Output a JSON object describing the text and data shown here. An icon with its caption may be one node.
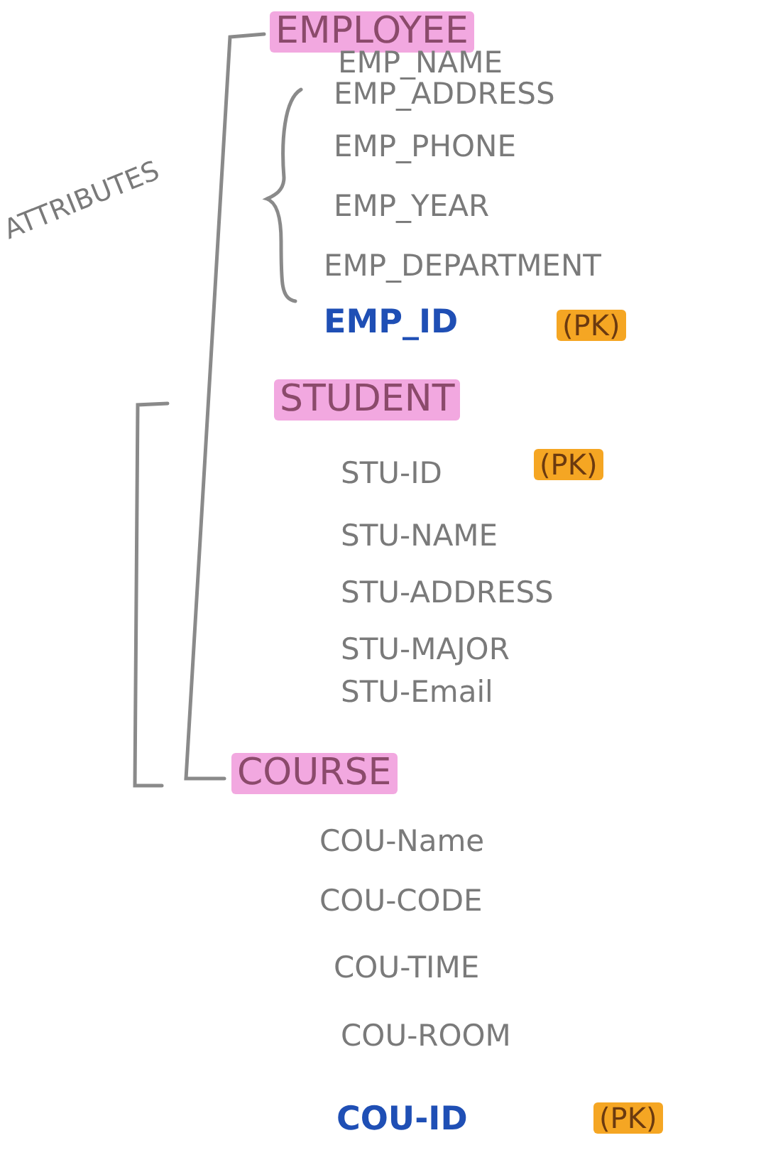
{
  "diagram": {
    "labels": [
      "ATTRIBUTES",
      "EMPLOYEE",
      "EMP_NAME",
      "EMP_ADDRESS",
      "EMP_PHONE",
      "EMP_YEAR",
      "EMP_DEPARTMENT",
      "EMP_ID",
      "(PK)",
      "STUDENT",
      "STU-ID",
      "(PK)",
      "STU-NAME",
      "STU-ADDRESS",
      "STU-MAJOR",
      "STU-Email",
      "COURSE",
      "COU-Name",
      "COU-CODE",
      "COU-TIME",
      "COU-ROOM",
      "COU-ID",
      "(PK)"
    ]
  }
}
